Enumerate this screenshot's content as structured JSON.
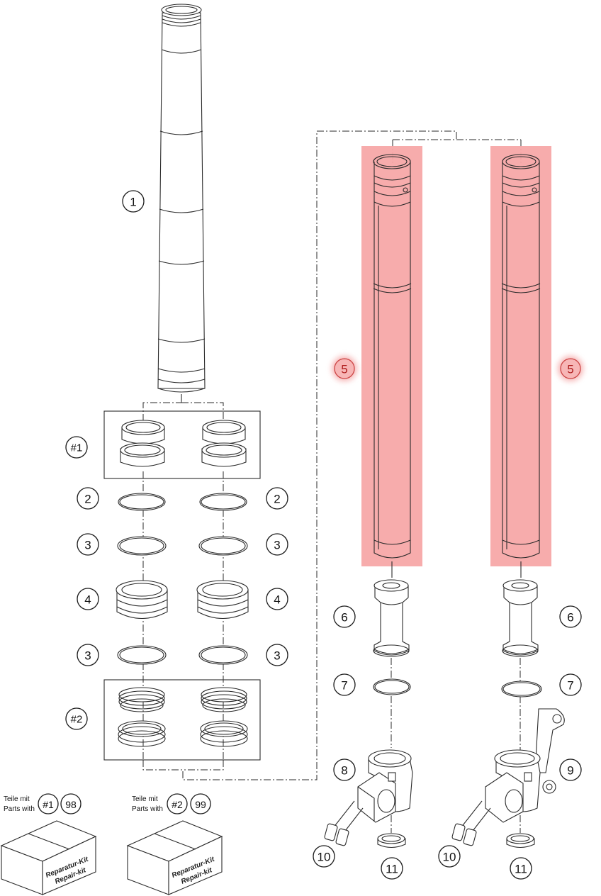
{
  "callouts": {
    "c1": "1",
    "c2a": "2",
    "c2b": "2",
    "c3a": "3",
    "c3b": "3",
    "c3c": "3",
    "c3d": "3",
    "c4a": "4",
    "c4b": "4",
    "c5a": "5",
    "c5b": "5",
    "c6a": "6",
    "c6b": "6",
    "c7a": "7",
    "c7b": "7",
    "c8": "8",
    "c9": "9",
    "c10a": "10",
    "c10b": "10",
    "c11a": "11",
    "c11b": "11",
    "g1": "#1",
    "g2": "#2"
  },
  "kits": [
    {
      "line1": "Teile mit",
      "line2": "Parts with",
      "group": "#1",
      "number": "98",
      "box_text1": "Reparatur-Kit",
      "box_text2": "Repair-kit"
    },
    {
      "line1": "Teile mit",
      "line2": "Parts with",
      "group": "#2",
      "number": "99",
      "box_text1": "Reparatur-Kit",
      "box_text2": "Repair-kit"
    }
  ],
  "colors": {
    "highlight": "#f7a8a8",
    "highlight_callout": "#c44",
    "line": "#2a2a2a"
  }
}
